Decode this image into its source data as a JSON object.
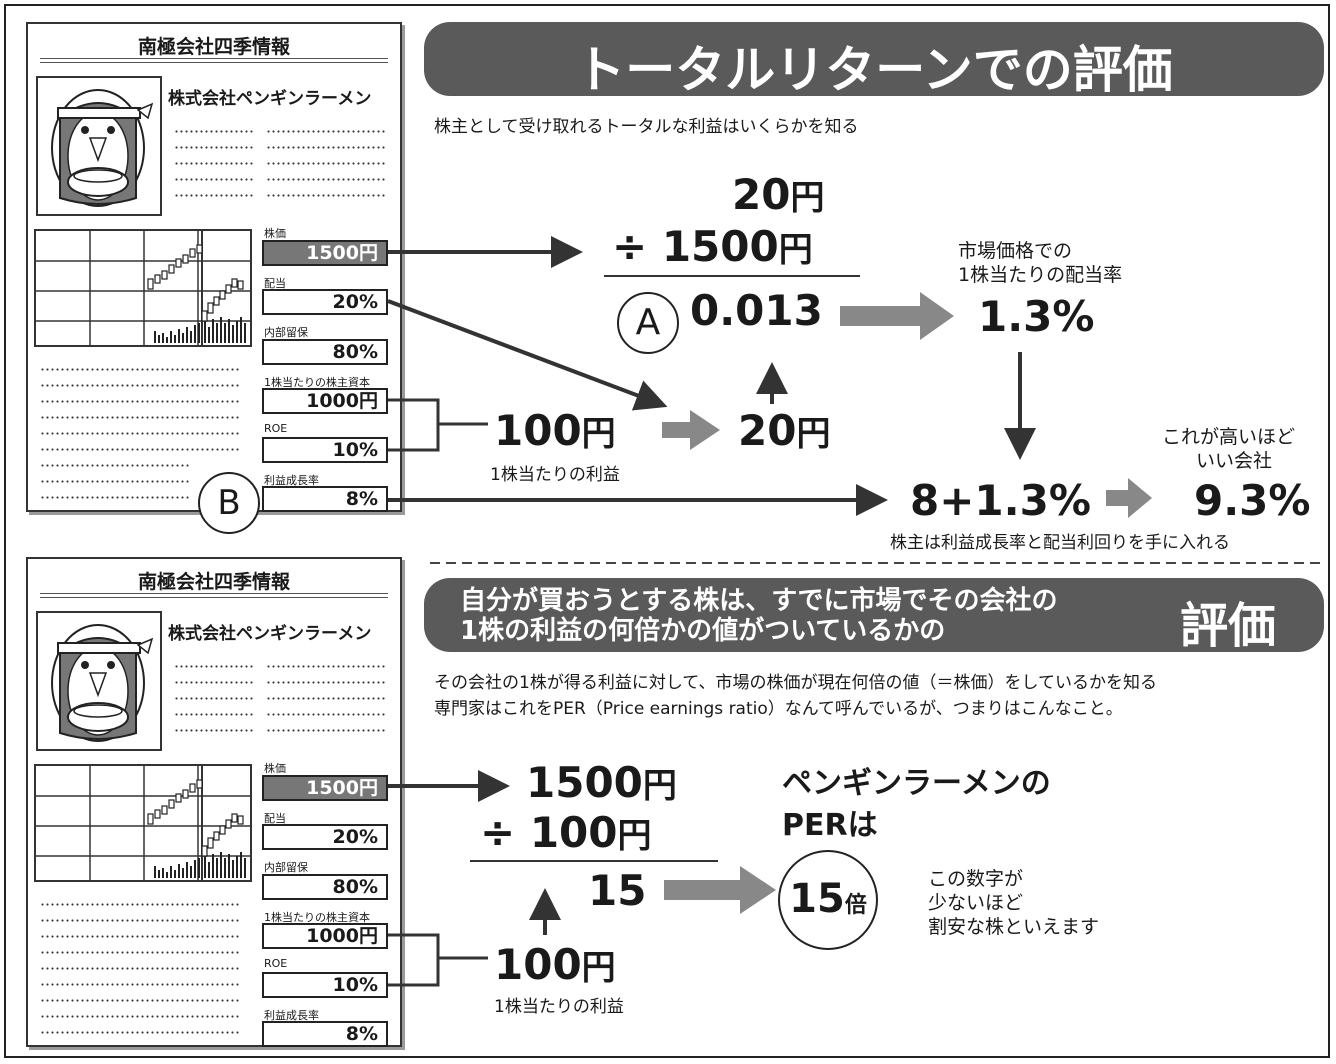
{
  "panel": {
    "title": "南極会社四季情報",
    "company": "株式会社ペンギンラーメン",
    "fields": [
      {
        "label": "株価",
        "value": "1500円"
      },
      {
        "label": "配当",
        "value": "20%"
      },
      {
        "label": "内部留保",
        "value": "80%"
      },
      {
        "label": "1株当たりの株主資本",
        "value": "1000円"
      },
      {
        "label": "ROE",
        "value": "10%"
      },
      {
        "label": "利益成長率",
        "value": "8%"
      }
    ]
  },
  "section1": {
    "banner": "トータルリターンでの評価",
    "subtitle": "株主として受け取れるトータルな利益はいくらかを知る",
    "dividend_top": "20",
    "price_divisor": "÷ 1500",
    "yen": "円",
    "circle_a": "A",
    "result": "0.013",
    "yield_label_1": "市場価格での",
    "yield_label_2": "1株当たりの配当率",
    "yield_value": "1.3%",
    "eps": "100",
    "eps_label": "1株当たりの利益",
    "dividend_amount": "20",
    "circle_b": "B",
    "total_formula": "8+1.3%",
    "total_result": "9.3%",
    "higher_better_1": "これが高いほど",
    "higher_better_2": "いい会社",
    "footer": "株主は利益成長率と配当利回りを手に入れる"
  },
  "section2": {
    "banner_line1": "自分が買おうとする株は、すでに市場でその会社の",
    "banner_line2": "1株の利益の何倍かの値がついているかの",
    "banner_big": "評価",
    "desc1": "その会社の1株が得る利益に対して、市場の株価が現在何倍の値（＝株価）をしているかを知る",
    "desc2": "専門家はこれをPER（Price earnings ratio）なんて呼んでいるが、つまりはこんなこと。",
    "price": "1500",
    "divisor": "÷ 100",
    "yen": "円",
    "result": "15",
    "per_title_1": "ペンギンラーメンの",
    "per_title_2": "PERは",
    "per_value": "15",
    "per_unit": "倍",
    "note_1": "この数字が",
    "note_2": "少ないほど",
    "note_3": "割安な株といえます",
    "eps": "100",
    "eps_label": "1株当たりの利益"
  }
}
